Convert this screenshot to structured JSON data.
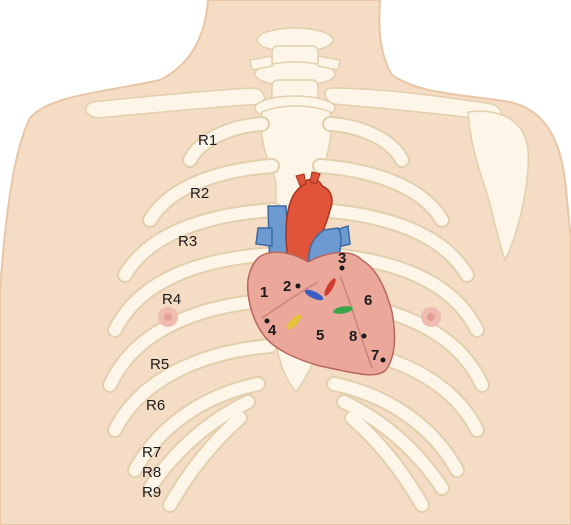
{
  "rib_labels": {
    "r1": "R1",
    "r2": "R2",
    "r3": "R3",
    "r4": "R4",
    "r5": "R5",
    "r6": "R6",
    "r7": "R7",
    "r8": "R8",
    "r9": "R9"
  },
  "heart_labels": {
    "p1": "1",
    "p2": "2",
    "p3": "3",
    "p4": "4",
    "p5": "5",
    "p6": "6",
    "p7": "7",
    "p8": "8"
  },
  "colors": {
    "skin": "#f5dcc4",
    "skin_outline": "#e8c6a6",
    "bone": "#fdf6e8",
    "bone_outline": "#e2cfae",
    "heart": "#eba89a",
    "heart_outline": "#b8675d",
    "artery": "#e0553a",
    "vein": "#6d9bd1",
    "nipple": "#e59e94",
    "valve_blue": "#3a5fc4",
    "valve_red": "#d23a2e",
    "valve_green": "#3aa64a",
    "valve_yellow": "#e6c43a"
  }
}
